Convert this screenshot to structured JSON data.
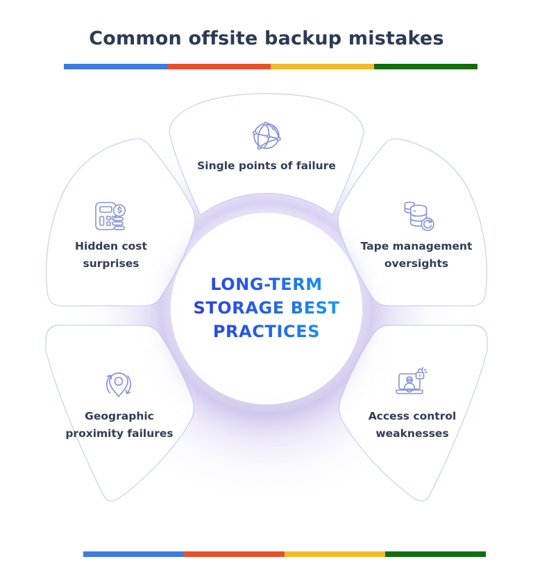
{
  "title": "Common offsite backup mistakes",
  "accent_bars": {
    "top_colors": [
      "#3C7BE4",
      "#E8502B",
      "#F3BB2B",
      "#146C10"
    ],
    "bottom_colors": [
      "#3C7BE4",
      "#E8502B",
      "#F3BB2B",
      "#146C10"
    ]
  },
  "center": {
    "lines": [
      "LONG-TERM",
      "STORAGE BEST",
      "PRACTICES"
    ],
    "gradient_start": "#2B3EE6",
    "gradient_mid": "#2464EA",
    "gradient_end": "#12A7F5"
  },
  "petals": [
    {
      "position": "top",
      "label": "Single points of failure",
      "icon": "network-globe-icon"
    },
    {
      "position": "upper-left",
      "label": "Hidden cost surprises",
      "icon": "calculator-coins-icon"
    },
    {
      "position": "upper-right",
      "label": "Tape management oversights",
      "icon": "tape-storage-refresh-icon"
    },
    {
      "position": "lower-left",
      "label": "Geographic proximity failures",
      "icon": "location-pin-sync-icon"
    },
    {
      "position": "lower-right",
      "label": "Access control weaknesses",
      "icon": "laptop-intruder-lock-icon"
    }
  ],
  "colors": {
    "title_text": "#2C3A57",
    "label_text": "#313C56",
    "petal_border": "#C7CFF0",
    "icon_stroke": "#8690DC",
    "halo": "#D6CCF2",
    "circle_fill": "#FFFFFF"
  }
}
